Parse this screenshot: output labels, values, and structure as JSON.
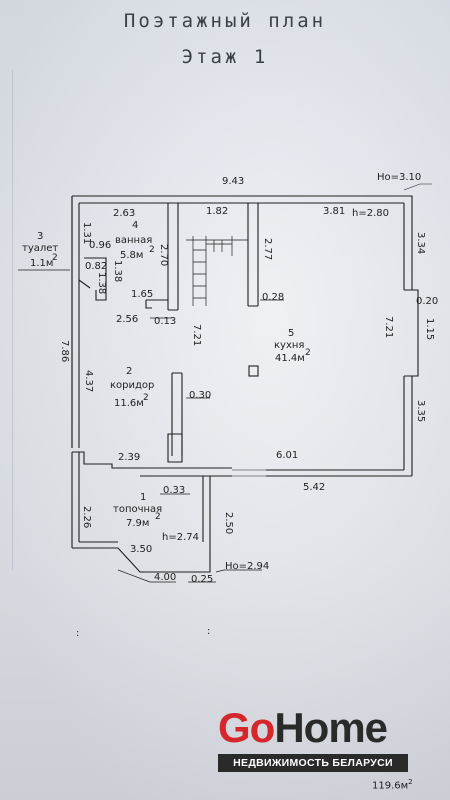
{
  "title": "Поэтажный план",
  "subtitle": "Этаж 1",
  "overall": {
    "width": "9.43",
    "ho_top": "Но=3.10",
    "ho_bottom": "Но=2.94",
    "left_height": "7.86"
  },
  "rooms": [
    {
      "num": "1",
      "name": "топочная",
      "area": "7.9м",
      "height": "h=2.74"
    },
    {
      "num": "2",
      "name": "коридор",
      "area": "11.6м"
    },
    {
      "num": "3",
      "name": "туалет",
      "area": "1.1м"
    },
    {
      "num": "4",
      "name": "ванная",
      "area": "5.8м"
    },
    {
      "num": "5",
      "name": "кухня",
      "area": "41.4м",
      "height": "h=2.80"
    }
  ],
  "dimensions": {
    "d_263": "2.63",
    "d_182": "1.82",
    "d_381": "3.81",
    "d_131": "1.31",
    "d_096": "0.96",
    "d_082": "0.82",
    "d_138a": "1.38",
    "d_138b": "1.38",
    "d_270": "2.70",
    "d_277": "2.77",
    "d_165": "1.65",
    "d_256": "2.56",
    "d_013": "0.13",
    "d_028": "0.28",
    "d_721a": "7.21",
    "d_721b": "7.21",
    "d_437": "4.37",
    "d_030": "0.30",
    "d_239": "2.39",
    "d_033": "0.33",
    "d_601": "6.01",
    "d_542": "5.42",
    "d_226": "2.26",
    "d_250": "2.50",
    "d_350": "3.50",
    "d_400": "4.00",
    "d_025": "0.25",
    "d_334": "3.34",
    "d_020": "0.20",
    "d_115": "1.15",
    "d_335": "3.35"
  },
  "logo": {
    "go": "Go",
    "home": "Home",
    "subtitle": "НЕДВИЖИМОСТЬ БЕЛАРУСИ"
  },
  "total_area": "119.6м",
  "superscript": "2"
}
